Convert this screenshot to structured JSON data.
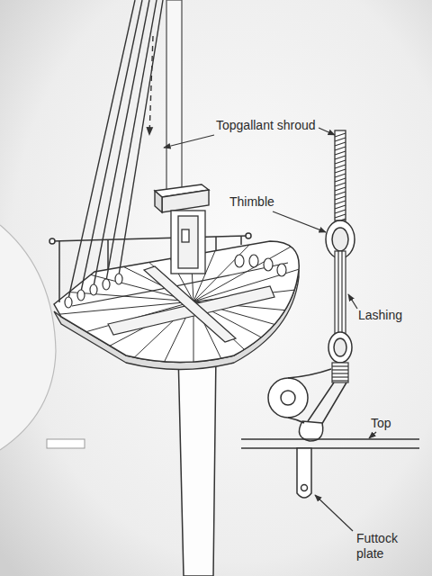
{
  "diagram": {
    "labels": [
      "Topgallant shroud",
      "Thimble",
      "Lashing",
      "Top",
      "Futtock plate"
    ]
  }
}
